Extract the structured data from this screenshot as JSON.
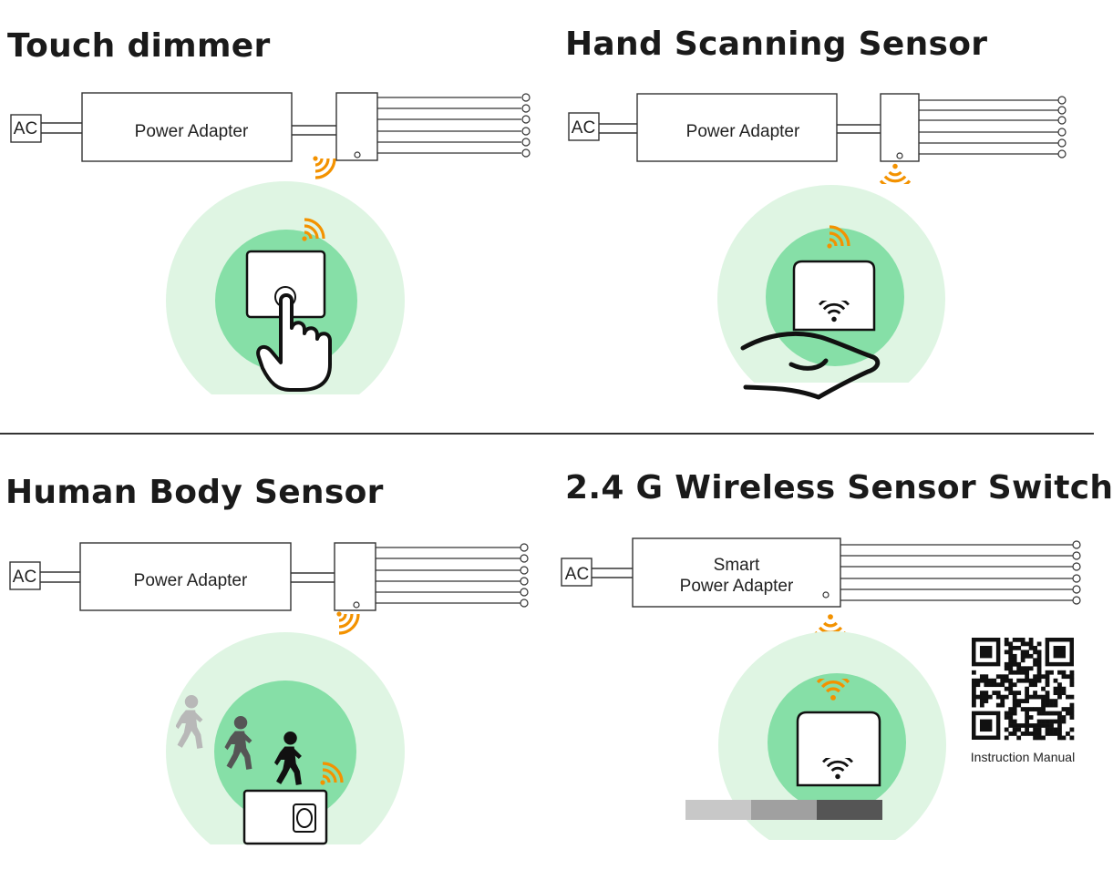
{
  "colors": {
    "outer_circle": "#dff5e3",
    "inner_circle": "#86dfa7",
    "signal": "#f39200",
    "line": "#333333"
  },
  "panels": {
    "touch": {
      "title": "Touch dimmer",
      "ac": "AC",
      "adapter": "Power Adapter"
    },
    "hand": {
      "title": "Hand Scanning Sensor",
      "ac": "AC",
      "adapter": "Power Adapter"
    },
    "body": {
      "title": "Human Body Sensor",
      "ac": "AC",
      "adapter": "Power Adapter"
    },
    "wireless": {
      "title": "2.4 G Wireless Sensor Switch",
      "ac": "AC",
      "adapter_line1": "Smart",
      "adapter_line2": "Power Adapter",
      "qr_caption": "Instruction Manual"
    }
  },
  "icons": [
    "wifi-signal-icon",
    "finger-press-icon",
    "hand-icon",
    "walking-person-icon",
    "qr-code-icon",
    "output-terminal-icon"
  ]
}
